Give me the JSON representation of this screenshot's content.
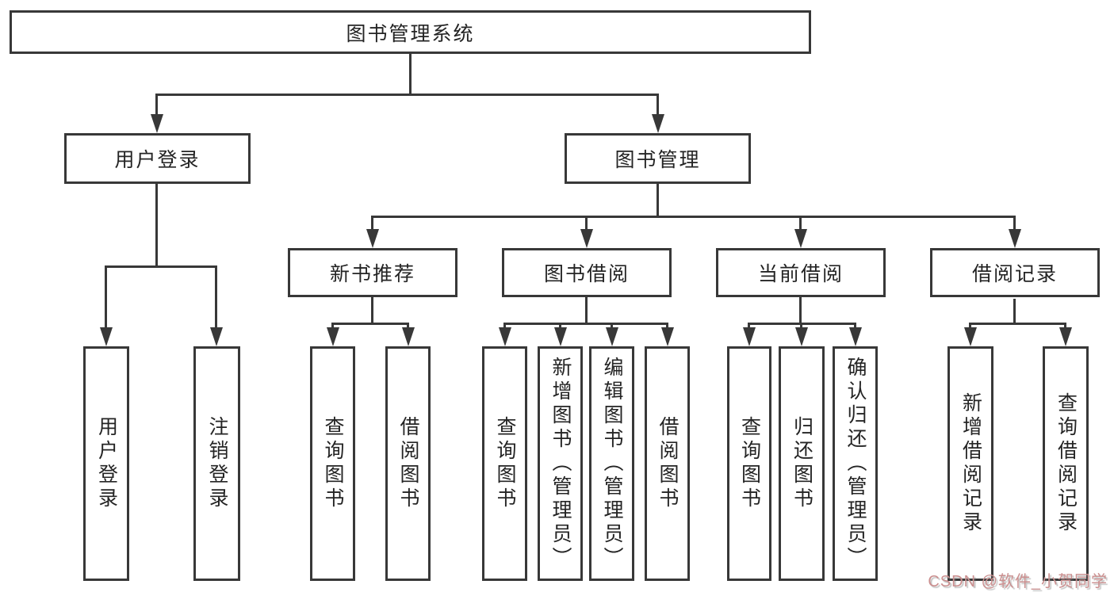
{
  "diagram": {
    "root_label": "图书管理系统",
    "level1": {
      "user_login": "用户登录",
      "book_mgmt": "图书管理"
    },
    "level2": {
      "new_books": "新书推荐",
      "borrowing": "图书借阅",
      "current": "当前借阅",
      "records": "借阅记录"
    },
    "leaves": {
      "user_login": [
        "用户登录",
        "注销登录"
      ],
      "new_books": [
        "查询图书",
        "借阅图书"
      ],
      "borrowing": [
        "查询图书",
        "新增图书（管理员）",
        "编辑图书（管理员）",
        "借阅图书"
      ],
      "current": [
        "查询图书",
        "归还图书",
        "确认归还（管理员）"
      ],
      "records": [
        "新增借阅记录",
        "查询借阅记录"
      ]
    }
  },
  "watermark": {
    "text": "CSDN @软件_小贺同学",
    "color": "#cb8f8f"
  },
  "colors": {
    "line": "#383838",
    "text": "#242424",
    "background": "#ffffff"
  }
}
